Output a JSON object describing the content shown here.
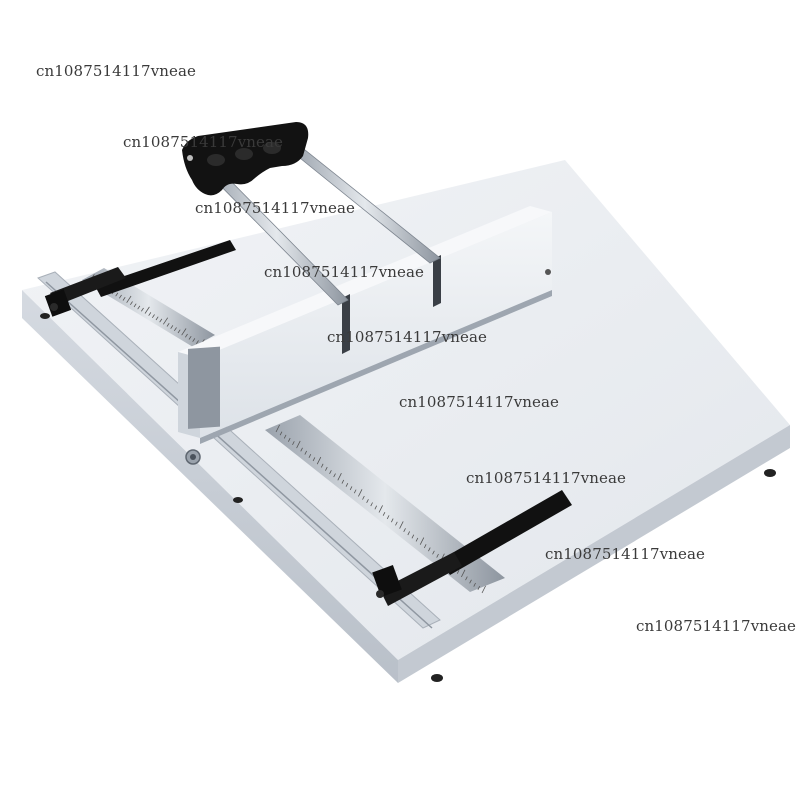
{
  "watermarks": [
    "cn1087514117vneae",
    "cn1087514117vneae",
    "cn1087514117vneae",
    "cn1087514117vneae",
    "cn1087514117vneae",
    "cn1087514117vneae",
    "cn1087514117vneae",
    "cn1087514117vneae",
    "cn1087514117vneae"
  ],
  "colors": {
    "machine_body": "#e8ecf1",
    "machine_side": "#c9cfd7",
    "handle_grip": "#1a1a1a",
    "guide_bar": "#151515",
    "ruler": "#b8bec6"
  }
}
